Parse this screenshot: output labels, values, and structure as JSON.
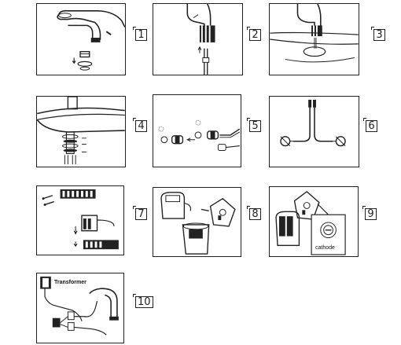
{
  "steps": [
    {
      "number": "1"
    },
    {
      "number": "2"
    },
    {
      "number": "3"
    },
    {
      "number": "4"
    },
    {
      "number": "5"
    },
    {
      "number": "6"
    },
    {
      "number": "7"
    },
    {
      "number": "8"
    },
    {
      "number": "9"
    },
    {
      "number": "10"
    }
  ],
  "labels": {
    "cathode": "cathode",
    "transformer": "Transformer"
  }
}
